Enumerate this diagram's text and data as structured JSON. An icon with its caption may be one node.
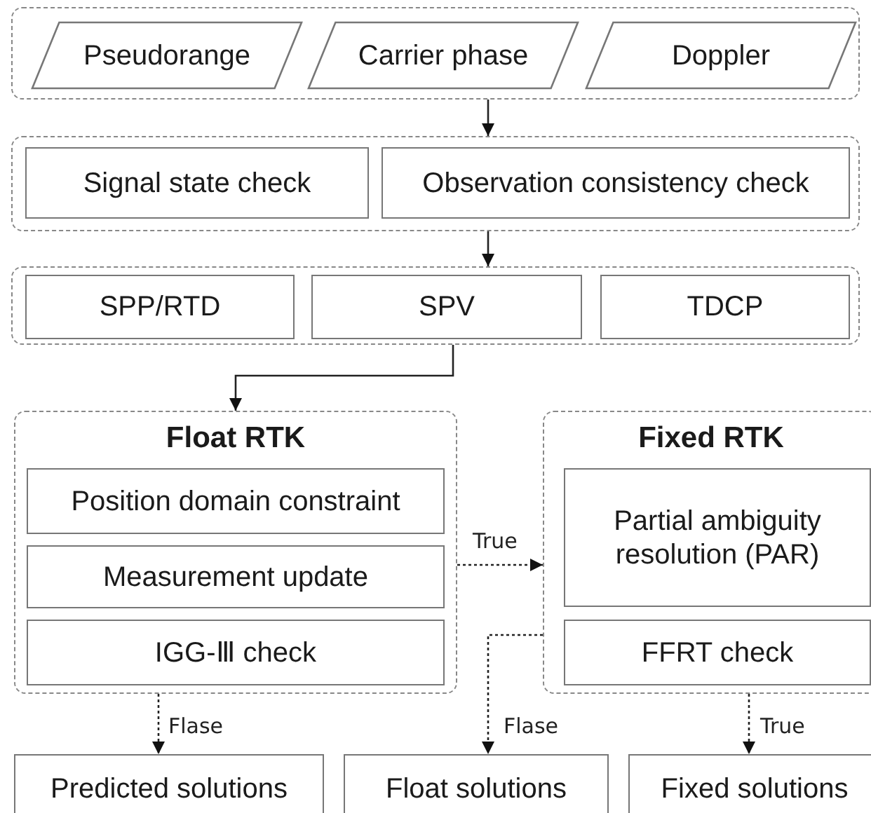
{
  "diagram": {
    "nodes": [
      {
        "text": [],
        "shape": "box"
      },
      {
        "text": [
          "Pseudorange"
        ],
        "in": 0
      },
      {
        "text": [
          "Carrier phase"
        ],
        "in": 0
      },
      {
        "text": [
          "Doppler"
        ],
        "in": 0
      },
      {
        "text": [],
        "shape": "box"
      },
      {
        "text": [
          "Signal state check"
        ],
        "in": 4
      },
      {
        "text": [
          "Observation consistency check"
        ],
        "in": 4
      },
      {
        "text": [],
        "shape": "box"
      },
      {
        "text": [
          "SPP/RTD"
        ],
        "in": 7
      },
      {
        "text": [
          "SPV"
        ],
        "in": 7
      },
      {
        "text": [
          "TDCP"
        ],
        "in": 7
      },
      {
        "text": [
          "Float RTK"
        ]
      },
      {
        "text": [
          "Position domain constraint"
        ],
        "in": 11
      },
      {
        "text": [
          "Measurement update"
        ],
        "in": 11
      },
      {
        "text": [
          "IGG-Ⅲ check"
        ],
        "in": 11
      },
      {
        "text": [
          "Fixed RTK"
        ]
      },
      {
        "text": [
          "Partial ambiguity resolution (PAR)"
        ],
        "in": 15
      },
      {
        "text": [
          "FFRT check"
        ],
        "in": 15
      },
      {
        "text": [
          "Predicted solutions"
        ]
      },
      {
        "text": [
          "Float solutions"
        ]
      },
      {
        "text": [
          "Fixed solutions"
        ]
      }
    ],
    "edges": [
      {
        "from": 0,
        "to": 4,
        "arrow": "to"
      },
      {
        "from": 4,
        "to": 7,
        "arrow": "to"
      },
      {
        "from": 7,
        "to": 11,
        "arrow": "to"
      },
      {
        "from": 11,
        "to": 15,
        "arrow": "to",
        "label": "True",
        "style": "dashed"
      },
      {
        "from": 11,
        "to": 18,
        "arrow": "to",
        "label": "Flase",
        "style": "dashed"
      },
      {
        "from": 15,
        "to": 19,
        "arrow": "to",
        "label": "Flase",
        "style": "dashed"
      },
      {
        "from": 15,
        "to": 20,
        "arrow": "to",
        "label": "True",
        "style": "dashed"
      }
    ]
  }
}
